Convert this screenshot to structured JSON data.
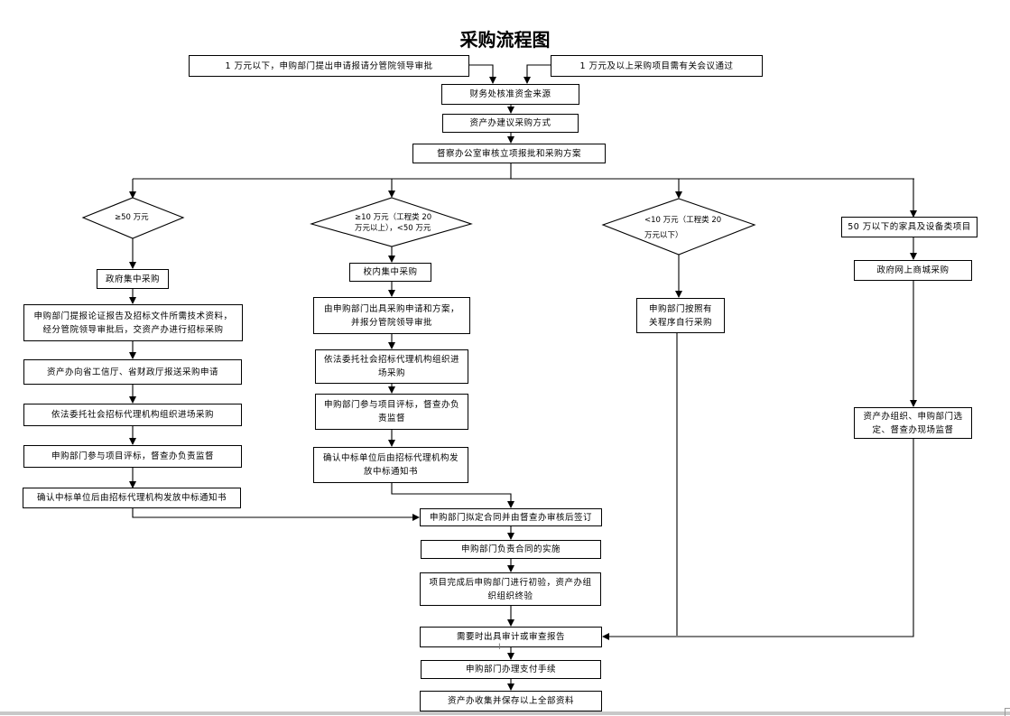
{
  "title": "采购流程图",
  "top": {
    "left_condition": "1 万元以下，申购部门提出申请报请分管院领导审批",
    "right_condition": "1 万元及以上采购项目需有关会议通过",
    "step1": "财务处核准资金来源",
    "step2": "资产办建议采购方式",
    "step3": "督察办公室审核立项报批和采购方案"
  },
  "branches": {
    "b1": {
      "condition": "≥50 万元",
      "method": "政府集中采购",
      "steps": [
        "申购部门提报论证报告及招标文件所需技术资料，经分管院领导审批后，交资产办进行招标采购",
        "资产办向省工信厅、省财政厅报送采购申请",
        "依法委托社会招标代理机构组织进场采购",
        "申购部门参与项目评标，督查办负责监督",
        "确认中标单位后由招标代理机构发放中标通知书"
      ]
    },
    "b2": {
      "condition_line1": "≥10 万元（工程类 20",
      "condition_line2": "万元以上），<50 万元",
      "method": "校内集中采购",
      "steps": [
        "由申购部门出具采购申请和方案，并报分管院领导审批",
        "依法委托社会招标代理机构组织进场采购",
        "申购部门参与项目评标，督查办负责监督",
        "确认中标单位后由招标代理机构发放中标通知书"
      ]
    },
    "b3": {
      "condition_line1": "<10 万元（工程类 20",
      "condition_line2": "万元以下）",
      "steps": [
        "申购部门按照有关程序自行采购"
      ]
    },
    "b4": {
      "condition": "50 万以下的家具及设备类项目",
      "method": "政府网上商城采购",
      "steps": [
        "资产办组织、申购部门选定、督查办现场监督"
      ]
    }
  },
  "final_steps": [
    "申购部门拟定合同并由督查办审核后签订",
    "申购部门负责合同的实施",
    "项目完成后申购部门进行初验，资产办组织组织终验",
    "需要时出具审计或审查报告",
    "申购部门办理支付手续",
    "资产办收集并保存以上全部资料"
  ],
  "stray_mark": "I"
}
